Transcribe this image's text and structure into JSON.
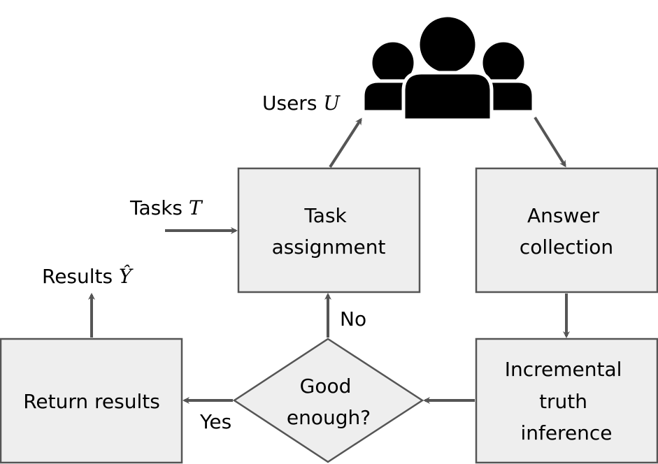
{
  "nodes": {
    "task_assignment": [
      "Task",
      "assignment"
    ],
    "answer_collection": [
      "Answer",
      "collection"
    ],
    "incremental_truth_inference": [
      "Incremental",
      "truth",
      "inference"
    ],
    "good_enough": [
      "Good",
      "enough?"
    ],
    "return_results": [
      "Return results"
    ]
  },
  "labels": {
    "users": {
      "text": "Users ",
      "var": "U"
    },
    "tasks": {
      "text": "Tasks ",
      "var": "T"
    },
    "results": {
      "text": "Results ",
      "var": "Ŷ"
    },
    "no": "No",
    "yes": "Yes"
  },
  "icons": {
    "users": "group-of-people-icon"
  },
  "colors": {
    "box_fill": "#eeeeee",
    "stroke": "#555555",
    "icon": "#000000"
  }
}
